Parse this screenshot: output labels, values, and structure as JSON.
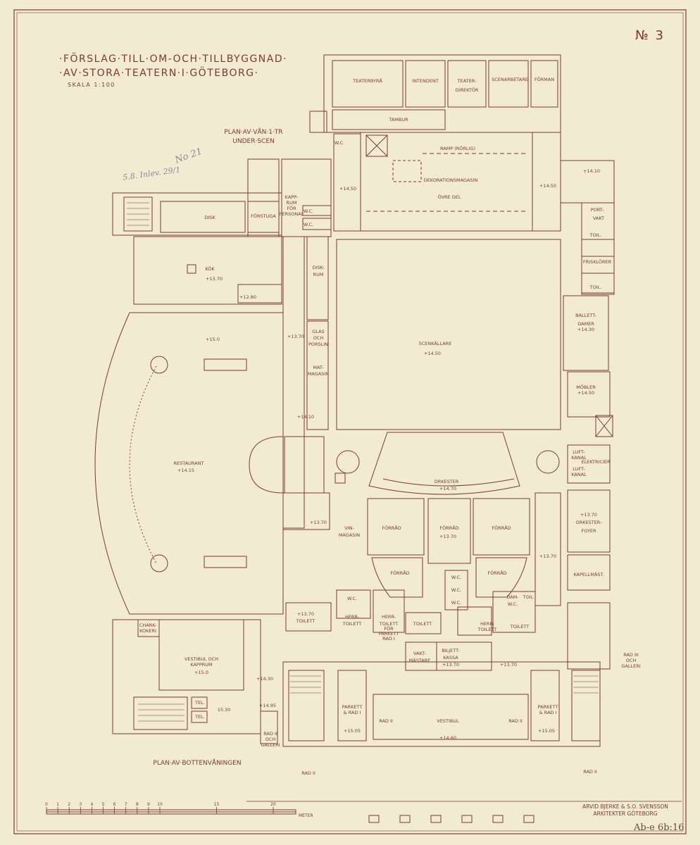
{
  "sheet_number": "№ 3",
  "title": {
    "line1": "·FÖRSLAG·TILL·OM-OCH·TILLBYGGNAD·",
    "line2": "·AV·STORA·TEATERN·I·GÖTEBORG·",
    "scale": "SKALA 1:100"
  },
  "plan_titles": {
    "upper": "PLAN·AV·VÅN·1·TR",
    "upper_sub": "UNDER·SCEN",
    "lower": "PLAN·AV·BOTTENVÅNINGEN"
  },
  "rooms": {
    "teaterbyra": "TEATERBYRÅ",
    "intendent": "INTENDENT",
    "teater_direktor": "TEATER-",
    "teater_direktor2": "DIREKTÖR",
    "scenarbetare": "SCENARBETARE",
    "formman": "FÖRMAN",
    "tambur": "TAMBUR",
    "wc_top": "W.C.",
    "ramp": "RAMP (RÖRLIG)",
    "dekorationsmagasin": "DEKORATIONSMAGASIN",
    "ovre_del": "ÖVRE DEL",
    "level_1450_top": "+14.50",
    "level_1450_right": "+14.50",
    "level_1410": "+14.10",
    "kapprum": "KAPP-",
    "kapprum2": "RUM",
    "kapprum3": "FÖR",
    "kapprum4": "PERSONAL",
    "disk": "DISK",
    "forstuga": "FÖRSTUGA",
    "wc_a": "W.C.",
    "wc_b": "W.C.",
    "portvakt": "PORT-",
    "portvakt2": "VAKT",
    "toil_a": "TOIL.",
    "frisorer": "FRISKLÖRER",
    "toil_b": "TOIL.",
    "kok": "KÖK",
    "level_1370_kok": "+13.70",
    "level_1280": "+12.80",
    "diskrum": "DISK-",
    "diskrum2": "RUM",
    "glas_porslin": "GLAS",
    "glas_porslin2": "OCH",
    "glas_porslin3": "PORSLIN",
    "matmagasin": "MAT-",
    "matmagasin2": "MAGASIN",
    "level_1370_corr": "+13.70",
    "scenkallare": "SCENKÄLLARE",
    "level_1450_scen": "+14.50",
    "ballett_damer": "BALLETT-",
    "ballett_damer2": "DAMER",
    "level_1430": "+14.30",
    "mobler": "MÖBLER",
    "level_1450_mobler": "+14.50",
    "level_150": "+15.0",
    "level_1410_b": "+14.10",
    "restaurant": "RESTAURANT",
    "level_1415": "+14.15",
    "luftkanal": "LUFT-",
    "luftkanal2": "KANAL",
    "elektricier": "ELEKTRICIER",
    "luftkanal3": "LUFT-",
    "luftkanal4": "KANAL",
    "orkester": "ORKESTER",
    "level_1470": "+14.70",
    "vinmagasin": "VIN-",
    "vinmagasin2": "MAGASIN",
    "level_1370_vin": "+13.70",
    "forrad1": "FÖRRÅD",
    "forrad2": "FÖRRÅD",
    "level_1370_forrad": "+13.70",
    "forrad3": "FÖRRÅD",
    "forrad4": "FÖRRÅD",
    "forrad5": "FÖRRÅD",
    "level_1370_r": "+13.70",
    "orkesterfoyer": "ORKESTER-",
    "orkesterfoyer2": "FOYER",
    "level_1370_ork": "+13.70",
    "kapellmast": "KAPELLMÄST.",
    "wc_c": "W.C.",
    "wc_d": "W.C.",
    "wc_e": "W.C.",
    "wc_f": "W.C.",
    "wc_g": "W.C.",
    "dam": "DAM-",
    "toil_c": "TOIL",
    "level_1370_toal": "+13.70",
    "toilett1": "TOILETT",
    "herr_toilett": "HERR-",
    "herr_toilett2": "TOILETT",
    "herr_toilett_fp": "HERR-",
    "herr_toilett_fp2": "TOILETT",
    "herr_toilett_fp3": "FÖR",
    "herr_toilett_fp4": "PARKETT",
    "herr_toilett_fp5": "RAD I",
    "toilett2": "TOILETT",
    "herr_toilett_b": "HERR-",
    "herr_toilett_b2": "TOILETT",
    "toilett3": "TOILETT",
    "chark_kokare": "CHARK-",
    "chark_kokare2": "KOKERI",
    "vestibul_kapprum": "VESTIBUL OCH",
    "vestibul_kapprum2": "KAPPRUM",
    "level_150_v": "+15.0",
    "level_1430_v": "+14.30",
    "tel1": "TEL.",
    "tel2": "TEL.",
    "level_1530": "15.30",
    "level_1495": "+14.95",
    "rad_ii_galleri": "RAD II",
    "rad_ii_galleri2": "OCH",
    "rad_ii_galleri3": "GALLERI",
    "vaktmastare": "VAKT-",
    "vaktmastare2": "MÄSTARE",
    "biljettkassa": "BILJETT-",
    "biljettkassa2": "KASSA",
    "level_1370_bilj": "+13.70",
    "level_1370_e": "+13.70",
    "parkett_rad1_l": "PARKETT",
    "parkett_rad1_l2": "& RAD I",
    "parkett_rad1_r": "PARKETT",
    "parkett_rad1_r2": "& RAD I",
    "level_1505_l": "+15.05",
    "level_1505_r": "+15.05",
    "rad_ii_l": "RAD II",
    "rad_ii_r": "RAD II",
    "vestibul": "VESTIBUL",
    "level_1460": "+14.60",
    "rad_ii_bot_l": "RAD II",
    "rad_ii_bot_r": "RAD II",
    "rad_iii": "RAD III",
    "rad_iii2": "OCH",
    "rad_iii3": "GALLERI"
  },
  "scale_bar": {
    "ticks": [
      "0",
      "1",
      "2",
      "3",
      "4",
      "5",
      "6",
      "7",
      "8",
      "9",
      "10",
      "15",
      "20"
    ],
    "unit": "METER"
  },
  "architects": {
    "line1": "ARVID BJERKE & S.O. SVENSSON",
    "line2": "ARKITEKTER GÖTEBORG"
  },
  "archive_ref": "Ab-e 6b:16",
  "pencil_notes": {
    "note1": "No 21",
    "note2": "5.8. Inlev. 29/1"
  },
  "colors": {
    "paper": "#f3ead2",
    "ink": "#7a3b34",
    "pencil": "#8a8a9a"
  }
}
